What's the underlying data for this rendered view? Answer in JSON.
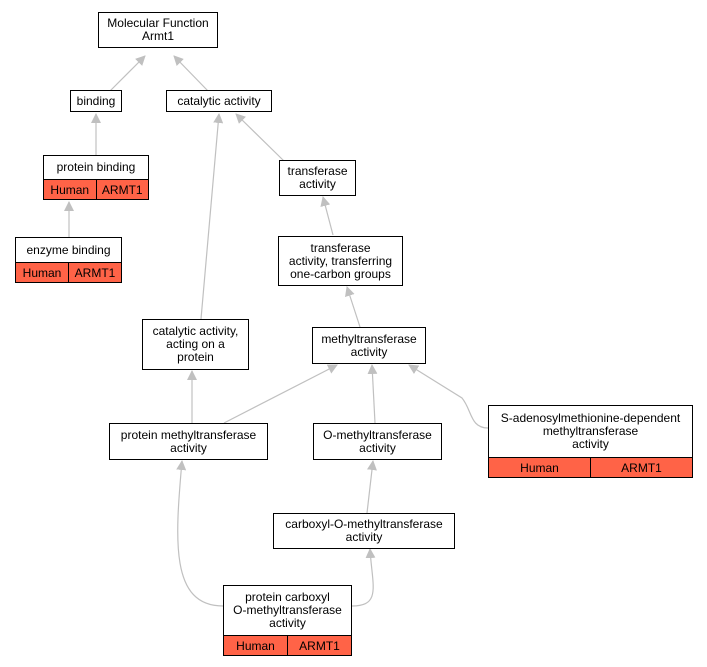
{
  "diagram": {
    "colors": {
      "annotation": "#ff6347",
      "edge": "#c0c0c0",
      "border": "#000000"
    },
    "nodes": {
      "mf": {
        "label": "Molecular Function\nArmt1"
      },
      "bind": {
        "label": "binding"
      },
      "cat": {
        "label": "catalytic activity"
      },
      "pbind": {
        "label": "protein binding",
        "species": "Human",
        "gene": "ARMT1"
      },
      "ebind": {
        "label": "enzyme binding",
        "species": "Human",
        "gene": "ARMT1"
      },
      "trans": {
        "label": "transferase\nactivity"
      },
      "trans1c": {
        "label": "transferase\nactivity, transferring\none-carbon groups"
      },
      "catprot": {
        "label": "catalytic activity,\nacting on a\nprotein"
      },
      "mt": {
        "label": "methyltransferase\nactivity"
      },
      "pmt": {
        "label": "protein methyltransferase\nactivity"
      },
      "omt": {
        "label": "O-methyltransferase\nactivity"
      },
      "sam": {
        "label": "S-adenosylmethionine-dependent\nmethyltransferase\nactivity",
        "species": "Human",
        "gene": "ARMT1"
      },
      "comt": {
        "label": "carboxyl-O-methyltransferase\nactivity"
      },
      "pcomt": {
        "label": "protein carboxyl\nO-methyltransferase\nactivity",
        "species": "Human",
        "gene": "ARMT1"
      }
    }
  }
}
